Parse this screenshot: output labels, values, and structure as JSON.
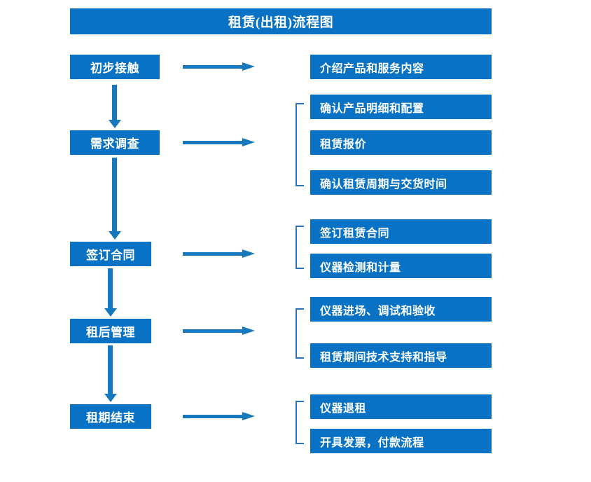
{
  "title": "租赁(出租)流程图",
  "colors": {
    "box_fill": "#0A72C4",
    "box_text": "#FFFFFF",
    "arrow": "#1878BE",
    "bracket": "#2E75B6",
    "background": "#FFFFFF"
  },
  "stages": [
    {
      "label": "初步接触"
    },
    {
      "label": "需求调查"
    },
    {
      "label": "签订合同"
    },
    {
      "label": "租后管理"
    },
    {
      "label": "租期结束"
    }
  ],
  "details": [
    {
      "label": "介绍产品和服务内容"
    },
    {
      "label": "确认产品明细和配置"
    },
    {
      "label": "租赁报价"
    },
    {
      "label": "确认租赁周期与交货时间"
    },
    {
      "label": "签订租赁合同"
    },
    {
      "label": "仪器检测和计量"
    },
    {
      "label": "仪器进场、调试和验收"
    },
    {
      "label": "租赁期间技术支持和指导"
    },
    {
      "label": "仪器退租"
    },
    {
      "label": "开具发票，付款流程"
    }
  ]
}
